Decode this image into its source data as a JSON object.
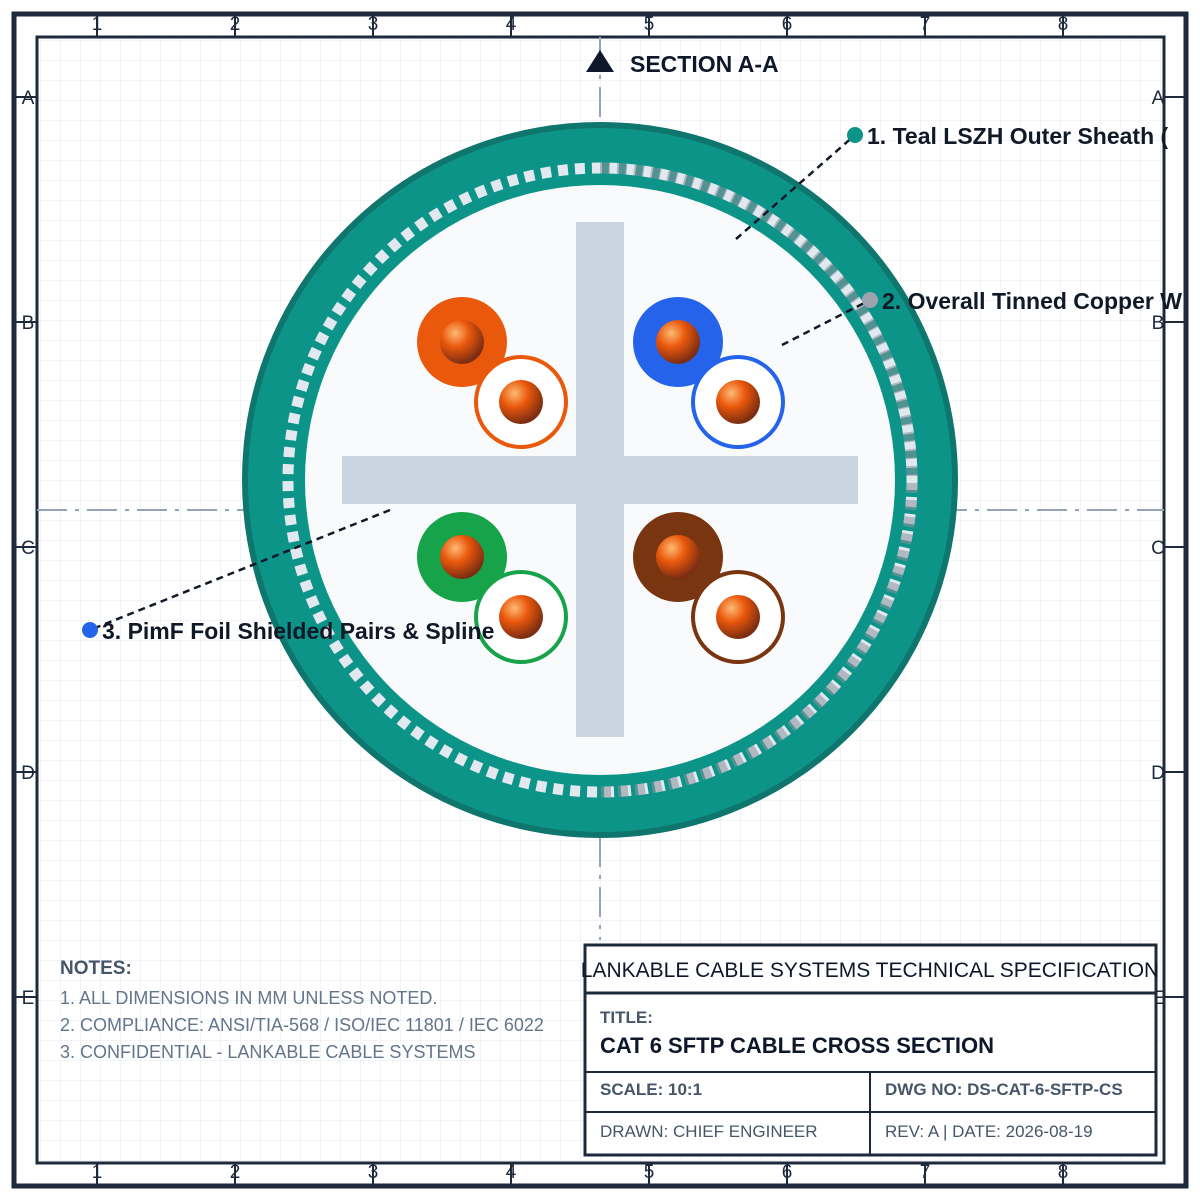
{
  "section_label": "SECTION A-A",
  "zones": {
    "columns": [
      "1",
      "2",
      "3",
      "4",
      "5",
      "6",
      "7",
      "8"
    ],
    "rows": [
      "A",
      "B",
      "C",
      "D",
      "E"
    ]
  },
  "callouts": [
    {
      "label": "1. Teal LSZH Outer Sheath (",
      "color": "#0d9488"
    },
    {
      "label": "2. Overall Tinned Copper W",
      "color": "#9ca3af"
    },
    {
      "label": "3. PimF Foil Shielded Pairs & Spline",
      "color": "#2563eb"
    }
  ],
  "notes": {
    "heading": "NOTES:",
    "items": [
      "1. ALL DIMENSIONS IN MM UNLESS NOTED.",
      "2. COMPLIANCE: ANSI/TIA-568 / ISO/IEC 11801 / IEC 6022",
      "3. CONFIDENTIAL - LANKABLE CABLE SYSTEMS"
    ]
  },
  "title_block": {
    "company": "LANKABLE CABLE SYSTEMS TECHNICAL SPECIFICATION",
    "title_label": "TITLE:",
    "title": "CAT 6 SFTP CABLE CROSS SECTION",
    "scale": "SCALE: 10:1",
    "dwg_no": "DWG NO: DS-CAT-6-SFTP-CS",
    "drawn": "DRAWN: CHIEF ENGINEER",
    "rev": "REV: A | DATE: 2026-08-19"
  },
  "pairs": [
    {
      "name": "orange",
      "color": "#ea580c"
    },
    {
      "name": "blue",
      "color": "#2563eb"
    },
    {
      "name": "green",
      "color": "#16a34a"
    },
    {
      "name": "brown",
      "color": "#78350f"
    }
  ],
  "colors": {
    "sheath": "#0d9488",
    "sheath_edge": "#0f766e",
    "braid": "#cbd5e1",
    "core_fill": "#f8fafc",
    "spline": "#cbd5e1",
    "frame": "#1e293b",
    "grid": "#e2e8f0"
  }
}
